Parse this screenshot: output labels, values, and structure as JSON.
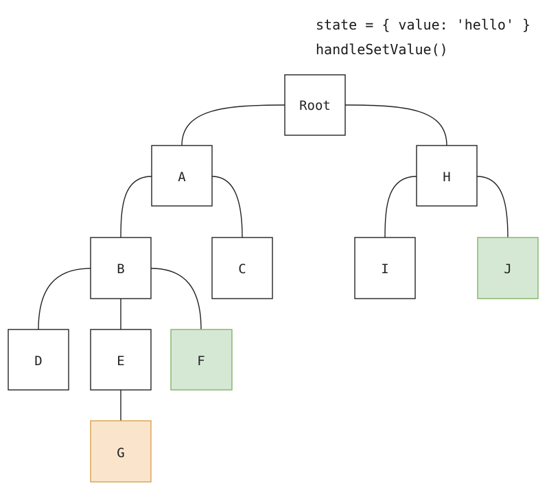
{
  "code": {
    "line1": "state = { value: 'hello' }",
    "line2": "handleSetValue()"
  },
  "colors": {
    "default_fill": "#ffffff",
    "default_stroke": "#222222",
    "highlight_green_fill": "#d5e8d4",
    "highlight_green_stroke": "#82b366",
    "highlight_orange_fill": "#fae5cc",
    "highlight_orange_stroke": "#d6a24e"
  },
  "nodes": {
    "root": {
      "label": "Root",
      "style": "default"
    },
    "a": {
      "label": "A",
      "style": "default"
    },
    "h": {
      "label": "H",
      "style": "default"
    },
    "b": {
      "label": "B",
      "style": "default"
    },
    "c": {
      "label": "C",
      "style": "default"
    },
    "i": {
      "label": "I",
      "style": "default"
    },
    "j": {
      "label": "J",
      "style": "green"
    },
    "d": {
      "label": "D",
      "style": "default"
    },
    "e": {
      "label": "E",
      "style": "default"
    },
    "f": {
      "label": "F",
      "style": "green"
    },
    "g": {
      "label": "G",
      "style": "orange"
    }
  },
  "edges": [
    [
      "root",
      "a"
    ],
    [
      "root",
      "h"
    ],
    [
      "a",
      "b"
    ],
    [
      "a",
      "c"
    ],
    [
      "h",
      "i"
    ],
    [
      "h",
      "j"
    ],
    [
      "b",
      "d"
    ],
    [
      "b",
      "e"
    ],
    [
      "b",
      "f"
    ],
    [
      "e",
      "g"
    ]
  ]
}
